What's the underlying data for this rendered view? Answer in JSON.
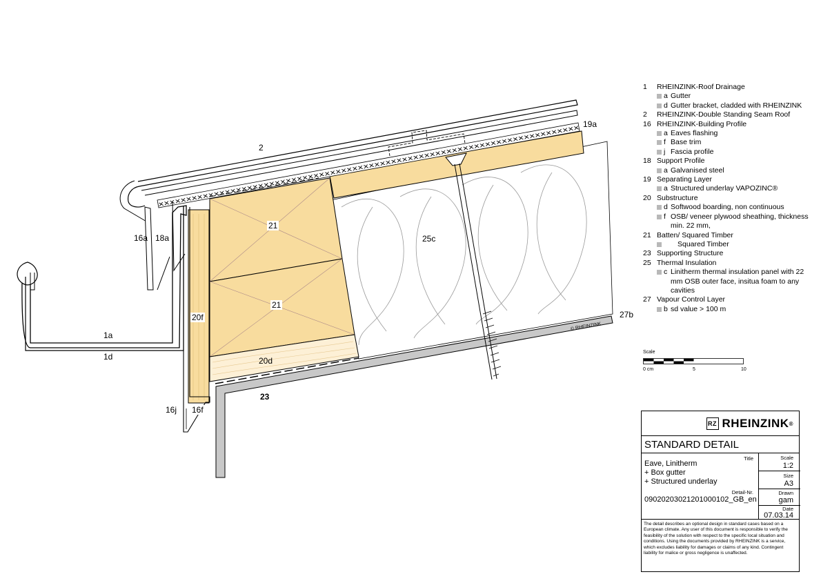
{
  "colors": {
    "timber": "#f8dc9e",
    "timber_light": "#fdf0d6",
    "metal_gray": "#c8c8c8",
    "line": "#000000"
  },
  "drawing": {
    "labels": {
      "l_2": "2",
      "l_19a": "19a",
      "l_16a": "16a",
      "l_18a": "18a",
      "l_21_top": "21",
      "l_21_mid": "21",
      "l_25c": "25c",
      "l_20f": "20f",
      "l_1a": "1a",
      "l_1d": "1d",
      "l_20d": "20d",
      "l_27b": "27b",
      "l_23": "23",
      "l_16j": "16j",
      "l_16f": "16f",
      "copyright": "© RHEINZINK"
    }
  },
  "legend": [
    {
      "num": "1",
      "text": "RHEINZINK-Roof Drainage",
      "subs": [
        {
          "letter": "a",
          "text": "Gutter"
        },
        {
          "letter": "d",
          "text": "Gutter bracket, cladded with RHEINZINK"
        }
      ]
    },
    {
      "num": "2",
      "text": "RHEINZINK-Double Standing Seam Roof",
      "subs": []
    },
    {
      "num": "16",
      "text": "RHEINZINK-Building Profile",
      "subs": [
        {
          "letter": "a",
          "text": "Eaves flashing"
        },
        {
          "letter": "f",
          "text": "Base trim"
        },
        {
          "letter": "j",
          "text": "Fascia profile"
        }
      ]
    },
    {
      "num": "18",
      "text": "Support Profile",
      "subs": [
        {
          "letter": "a",
          "text": "Galvanised steel"
        }
      ]
    },
    {
      "num": "19",
      "text": "Separating Layer",
      "subs": [
        {
          "letter": "a",
          "text": "Structured underlay VAPOZINC®"
        }
      ]
    },
    {
      "num": "20",
      "text": "Substructure",
      "subs": [
        {
          "letter": "d",
          "text": "Softwood boarding, non continuous"
        },
        {
          "letter": "f",
          "text": "OSB/ veneer plywood sheathing, thickness min. 22 mm,"
        }
      ]
    },
    {
      "num": "21",
      "text": "Batten/ Squared Timber",
      "subs": [
        {
          "letter": "",
          "text": "Squared Timber"
        }
      ]
    },
    {
      "num": "23",
      "text": "Supporting Structure",
      "subs": []
    },
    {
      "num": "25",
      "text": "Thermal Insulation",
      "subs": [
        {
          "letter": "c",
          "text": "Linitherm thermal insulation panel with 22 mm OSB outer face, insitua foam to any cavities"
        }
      ]
    },
    {
      "num": "27",
      "text": "Vapour Control Layer",
      "subs": [
        {
          "letter": "b",
          "text": "sd value > 100 m"
        }
      ]
    }
  ],
  "scale": {
    "label": "Scale",
    "t0": "0 cm",
    "t5": "5",
    "t10": "10"
  },
  "titleblock": {
    "logo": "RHEINZINK",
    "logo_mark": "RZ",
    "logo_reg": "®",
    "heading": "STANDARD DETAIL",
    "title_label": "Title",
    "title_lines": [
      "Eave, Linitherm",
      "+ Box gutter",
      "+ Structured underlay"
    ],
    "scale_label": "Scale",
    "scale_value": "1:2",
    "size_label": "Size",
    "size_value": "A3",
    "detail_label": "Detail-Nr.",
    "detail_value": "09020203021201000102_GB_en",
    "drawn_label": "Drawn",
    "drawn_value": "gam",
    "date_label": "Date",
    "date_value": "07.03.14",
    "disclaimer": "The detail describes an optional design in standard cases based on a European climate. Any user of this document is responsible to verify the feasibility of the solution with respect to the specific local situation and conditions. Using the documents provided by RHEINZINK is a service, which excludes liability for damages or claims of any kind. Contingent liability for malice or gross negligence is unaffected."
  }
}
